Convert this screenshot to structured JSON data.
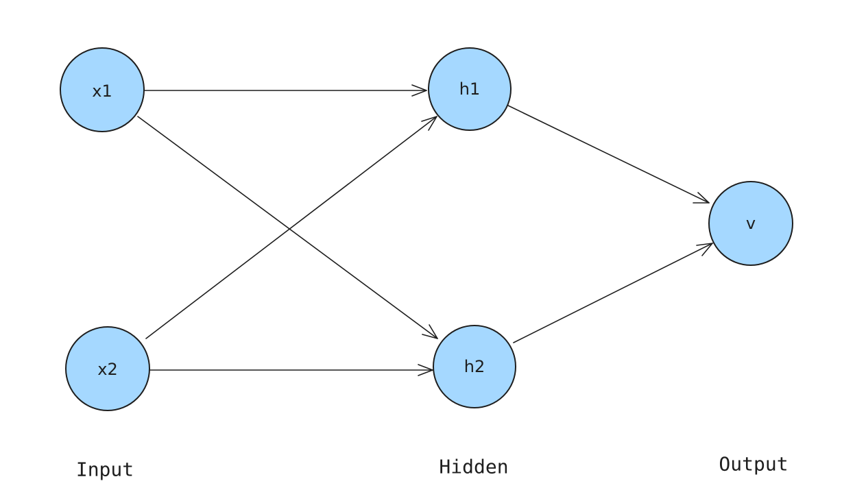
{
  "colors": {
    "node_fill": "#a5d8ff",
    "stroke": "#1e1e1e",
    "background": "#ffffff"
  },
  "nodes": {
    "x1": {
      "label": "x1"
    },
    "x2": {
      "label": "x2"
    },
    "h1": {
      "label": "h1"
    },
    "h2": {
      "label": "h2"
    },
    "v": {
      "label": "v"
    }
  },
  "layers": {
    "input": "Input",
    "hidden": "Hidden",
    "output": "Output"
  },
  "edges": [
    {
      "from": "x1",
      "to": "h1"
    },
    {
      "from": "x1",
      "to": "h2"
    },
    {
      "from": "x2",
      "to": "h1"
    },
    {
      "from": "x2",
      "to": "h2"
    },
    {
      "from": "h1",
      "to": "v"
    },
    {
      "from": "h2",
      "to": "v"
    }
  ]
}
